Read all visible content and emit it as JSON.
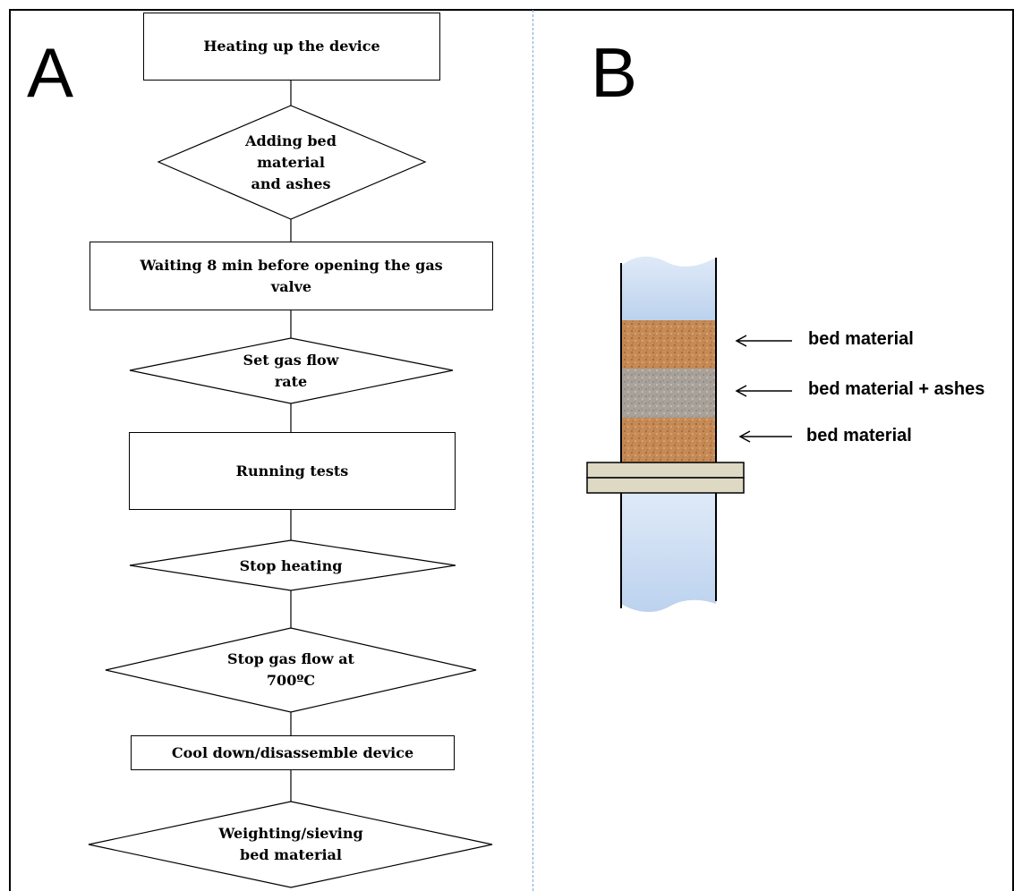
{
  "panels": {
    "a": "A",
    "b": "B"
  },
  "flowchart": {
    "steps": [
      {
        "shape": "process",
        "text": "Heating up the  device"
      },
      {
        "shape": "decision",
        "text": "Adding bed\nmaterial\nand ashes"
      },
      {
        "shape": "process",
        "text": "Waiting 8 min before opening the gas\nvalve"
      },
      {
        "shape": "decision",
        "text": "Set gas flow\nrate"
      },
      {
        "shape": "process",
        "text": "Running tests"
      },
      {
        "shape": "decision",
        "text": "Stop heating"
      },
      {
        "shape": "decision",
        "text": "Stop gas flow at\n700ºC"
      },
      {
        "shape": "process",
        "text": "Cool down/disassemble device"
      },
      {
        "shape": "decision",
        "text": "Weighting/sieving\nbed material"
      }
    ]
  },
  "reactor": {
    "layers": [
      {
        "label": "bed material",
        "color": "#c58a55"
      },
      {
        "label": "bed material + ashes",
        "color": "#a8a29b"
      },
      {
        "label": "bed material",
        "color": "#c58a55"
      }
    ],
    "tube_color": "#cfdff3",
    "flange_color": "#ddd9c3"
  },
  "colors": {
    "divider": "#7fa6d6",
    "line": "#000000"
  }
}
